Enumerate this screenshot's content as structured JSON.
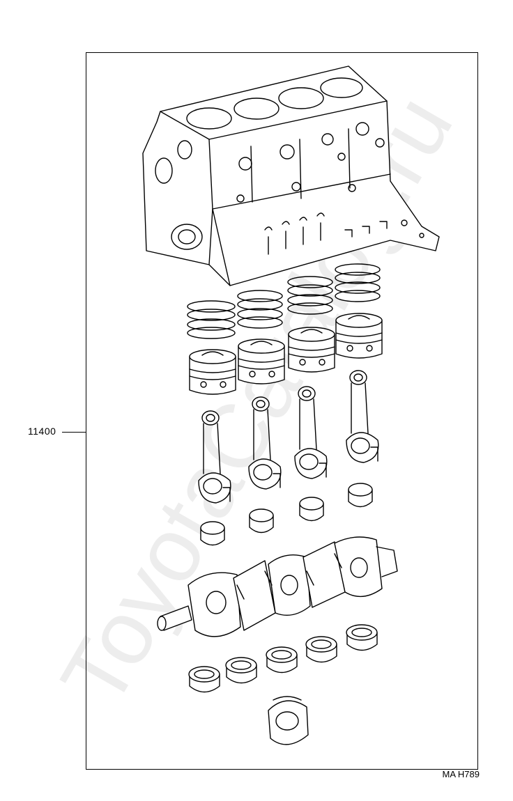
{
  "diagram": {
    "part_number": "11400",
    "figure_code": "MA H789",
    "watermark": "ToyotaCatalog.ru"
  }
}
